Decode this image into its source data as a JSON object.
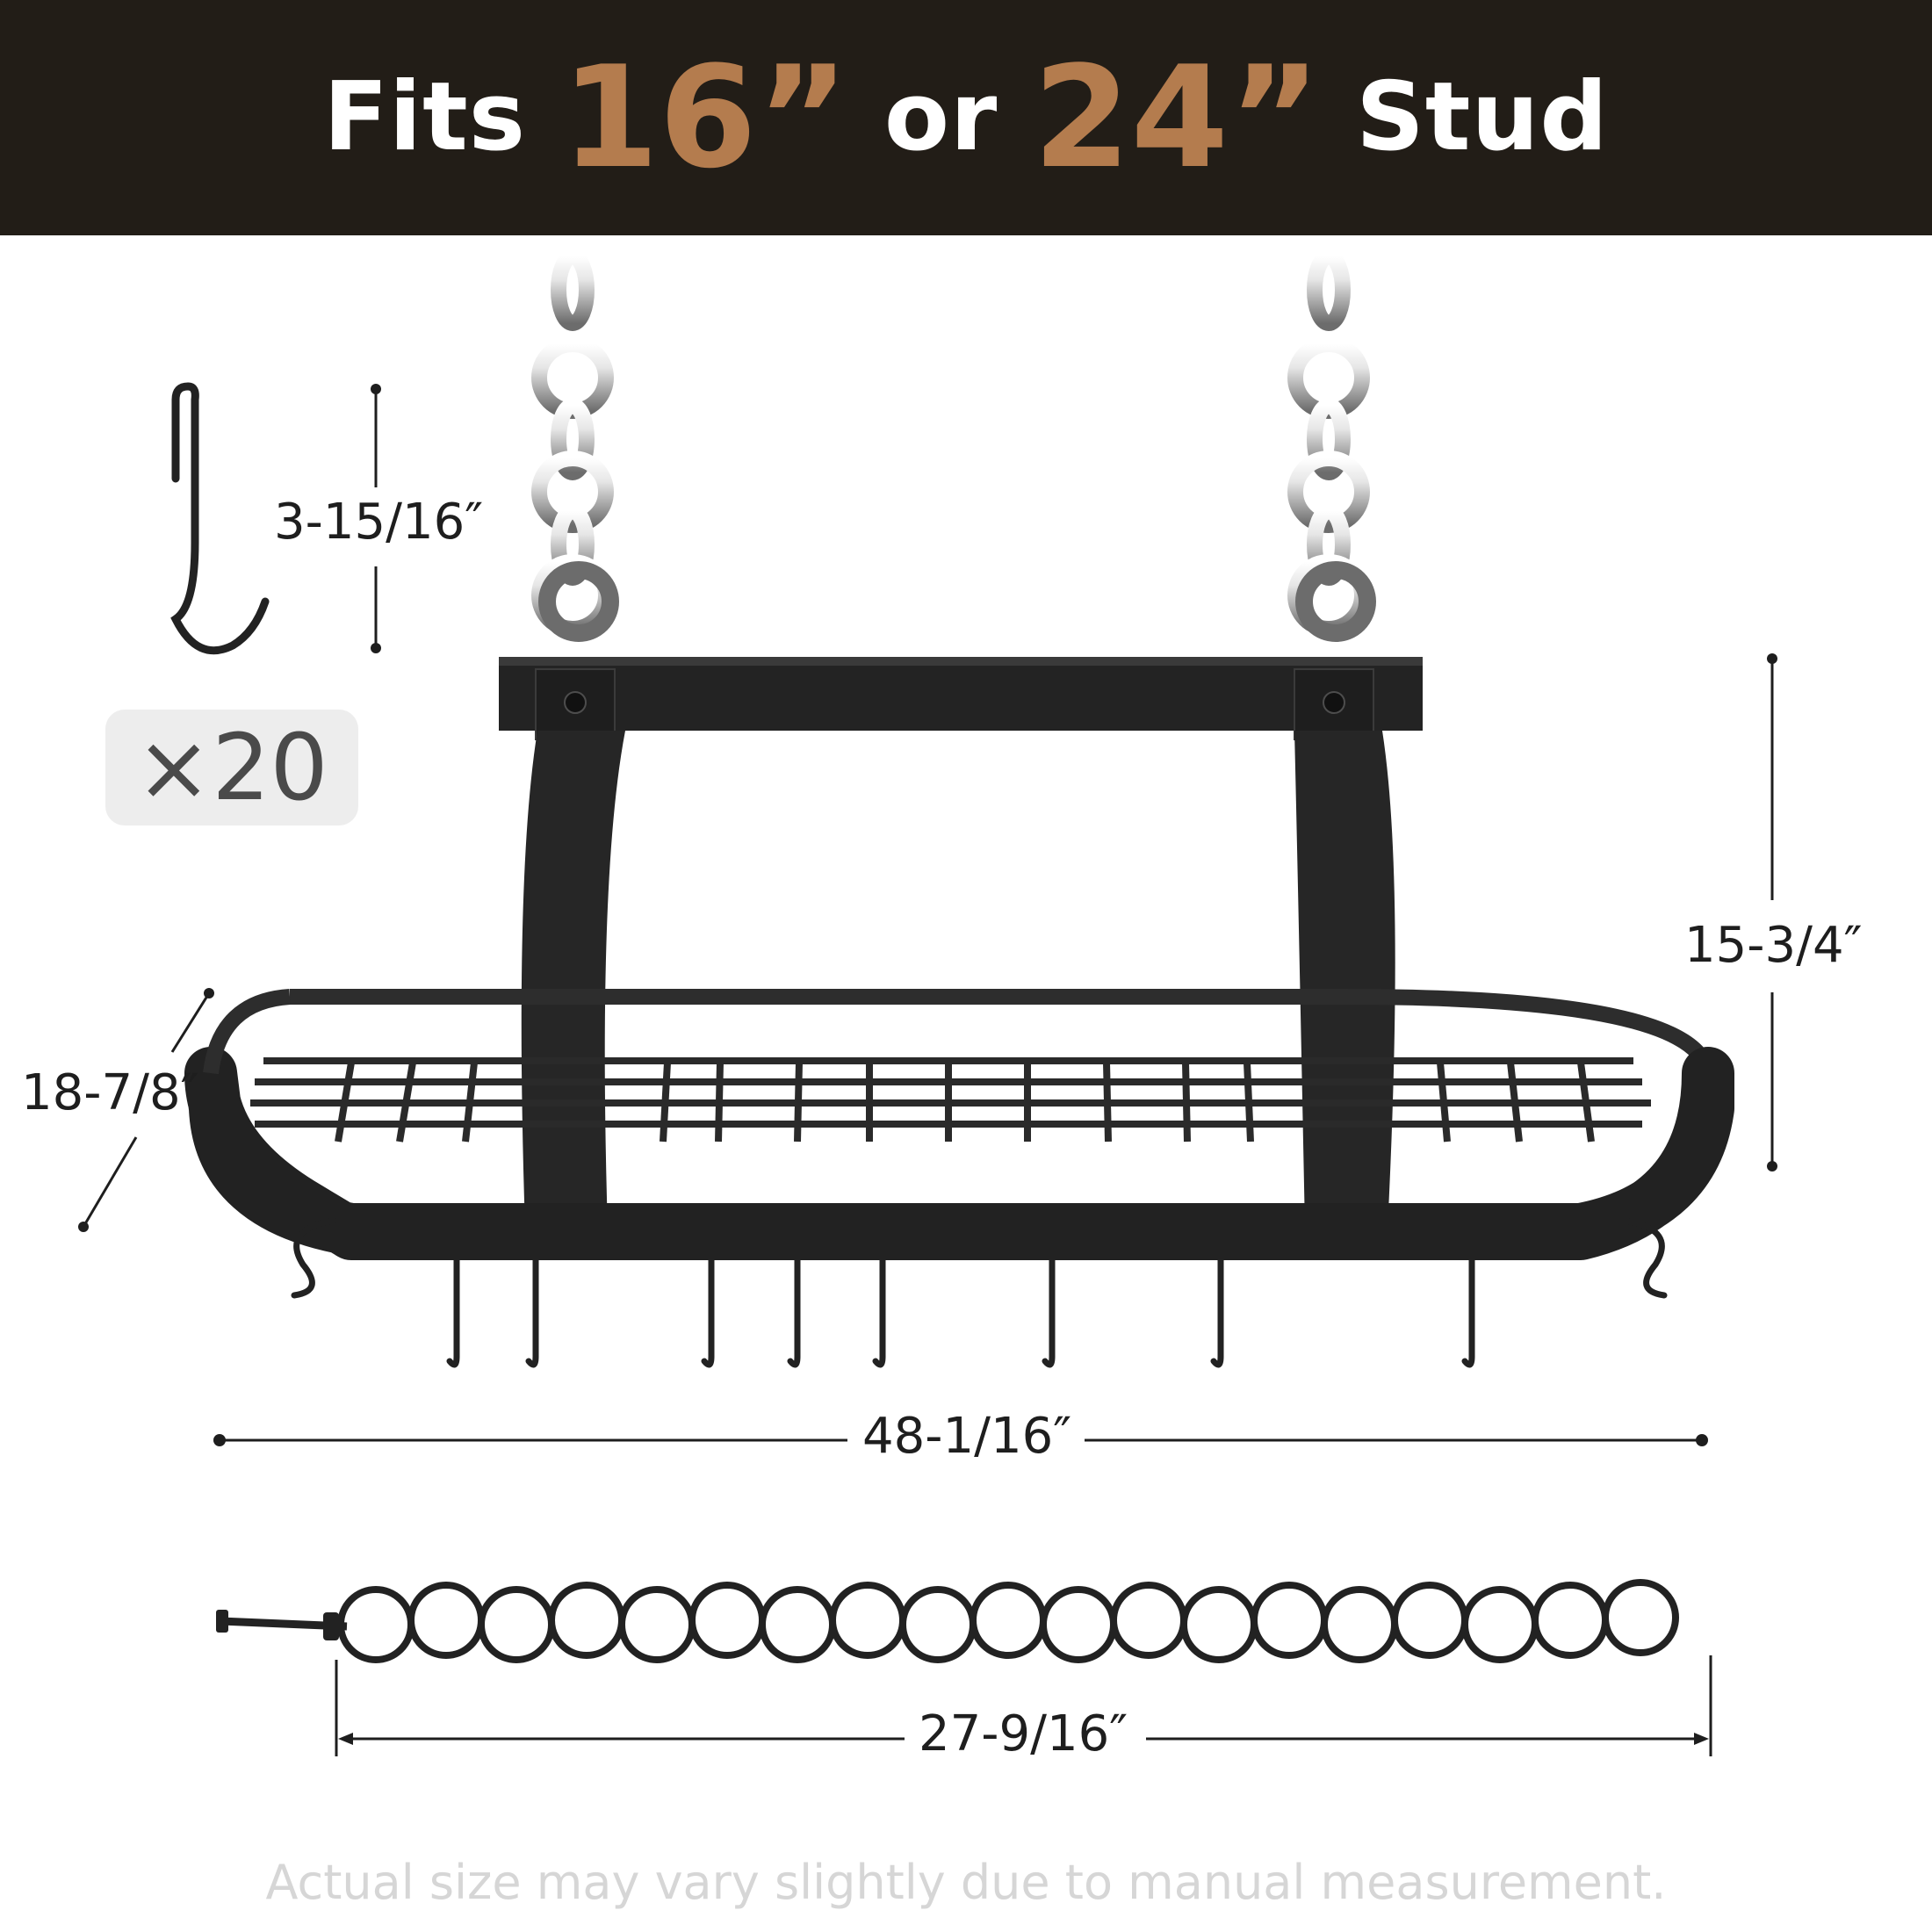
{
  "banner": {
    "word1": "Fits",
    "num1": "16”",
    "word2": "or",
    "num2": "24”",
    "word3": "Stud"
  },
  "hook": {
    "height_label": "3-15/16″",
    "count_label": "×20"
  },
  "rack": {
    "height_label": "15-3/4″",
    "depth_label": "18-7/8″",
    "width_label": "48-1/16″"
  },
  "chain": {
    "length_label": "27-9/16″"
  },
  "footnote": "Actual size may vary slightly due to manual measurement.",
  "colors": {
    "banner_bg": "#221d17",
    "accent": "#b47c4e",
    "metal": "#222222",
    "dim_line": "#1e1e1e"
  }
}
